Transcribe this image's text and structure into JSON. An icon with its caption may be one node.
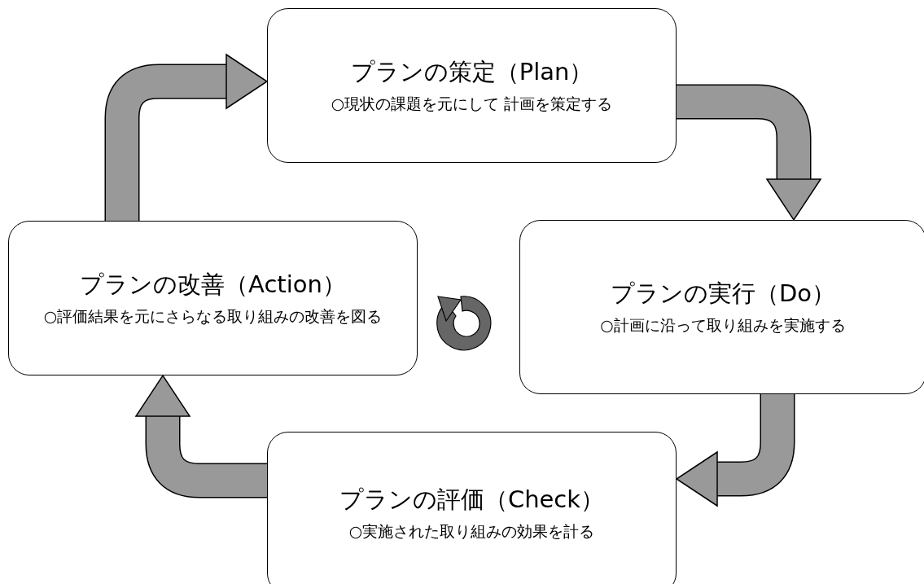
{
  "diagram": {
    "nodes": [
      {
        "text": [
          "プランの策定（Plan）",
          "○現状の課題を元にして 計画を策定する"
        ]
      },
      {
        "text": [
          "プランの実行（Do）",
          "○計画に沿って取り組みを実施する"
        ]
      },
      {
        "text": [
          "プランの評価（Check）",
          "○実施された取り組みの効果を計る"
        ]
      },
      {
        "text": [
          "プランの改善（Action）",
          "○評価結果を元にさらなる取り組みの改善を図る"
        ]
      }
    ],
    "edges": [
      {
        "from": 0,
        "to": 1,
        "arrow": "to"
      },
      {
        "from": 1,
        "to": 2,
        "arrow": "to"
      },
      {
        "from": 2,
        "to": 3,
        "arrow": "to"
      },
      {
        "from": 3,
        "to": 0,
        "arrow": "to"
      }
    ]
  }
}
